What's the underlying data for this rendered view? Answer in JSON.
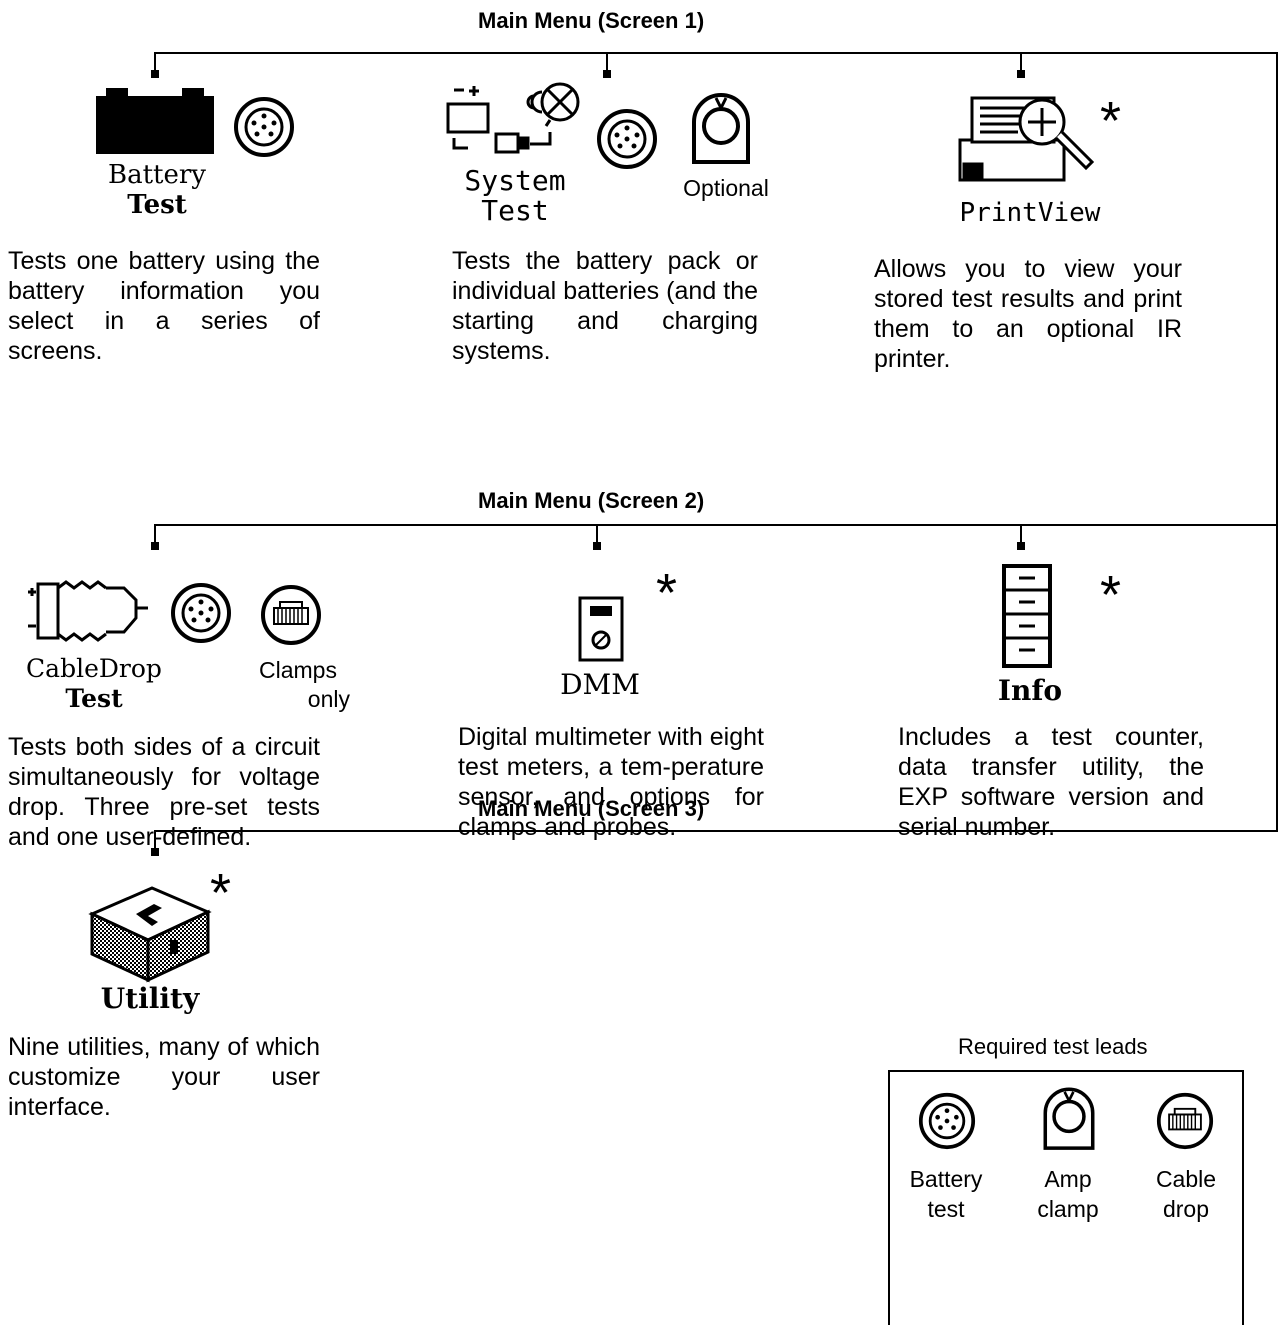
{
  "menus": [
    {
      "heading": "Main Menu (Screen 1)",
      "items": [
        {
          "label_lines": [
            "Battery",
            "Test"
          ],
          "description": "Tests one battery using the battery information you select in a series of screens.",
          "leads": [
            "battery-connector"
          ],
          "star": false
        },
        {
          "label_lines": [
            "System",
            "Test"
          ],
          "description": "Tests the battery pack or individual batteries (and the starting and charging systems.",
          "leads": [
            "battery-connector",
            "amp-clamp"
          ],
          "note": "Optional",
          "star": false
        },
        {
          "label_lines": [
            "PrintView"
          ],
          "description": "Allows you to view your stored test results and print them to an optional IR printer.",
          "leads": [],
          "star": true,
          "star_text": "*"
        }
      ]
    },
    {
      "heading": "Main Menu (Screen 2)",
      "items": [
        {
          "label_lines": [
            "CableDrop",
            "Test"
          ],
          "description": "Tests both sides of a circuit simultaneously for voltage drop. Three pre-set tests and one user-defined.",
          "leads": [
            "battery-connector",
            "cable-drop"
          ],
          "note_lines": [
            "Clamps",
            "only"
          ],
          "star": false
        },
        {
          "label_lines": [
            "DMM"
          ],
          "description": "Digital multimeter with eight test meters, a tem-perature sensor, and options for clamps and probes.",
          "leads": [],
          "star": true,
          "star_text": "*"
        },
        {
          "label_lines": [
            "Info"
          ],
          "description": "Includes a test counter, data transfer utility, the EXP software version and serial number.",
          "leads": [],
          "star": true,
          "star_text": "*"
        }
      ]
    },
    {
      "heading": "Main Menu (Screen 3)",
      "items": [
        {
          "label_lines": [
            "Utility"
          ],
          "description": "Nine utilities, many of which customize your user interface.",
          "leads": [],
          "star": true,
          "star_text": "*"
        }
      ]
    }
  ],
  "legend": {
    "title": "Required test leads",
    "items": [
      {
        "icon": "battery-connector",
        "label_lines": [
          "Battery",
          "test"
        ]
      },
      {
        "icon": "amp-clamp",
        "label_lines": [
          "Amp",
          "clamp"
        ]
      },
      {
        "icon": "cable-drop",
        "label_lines": [
          "Cable",
          "drop"
        ]
      }
    ]
  }
}
